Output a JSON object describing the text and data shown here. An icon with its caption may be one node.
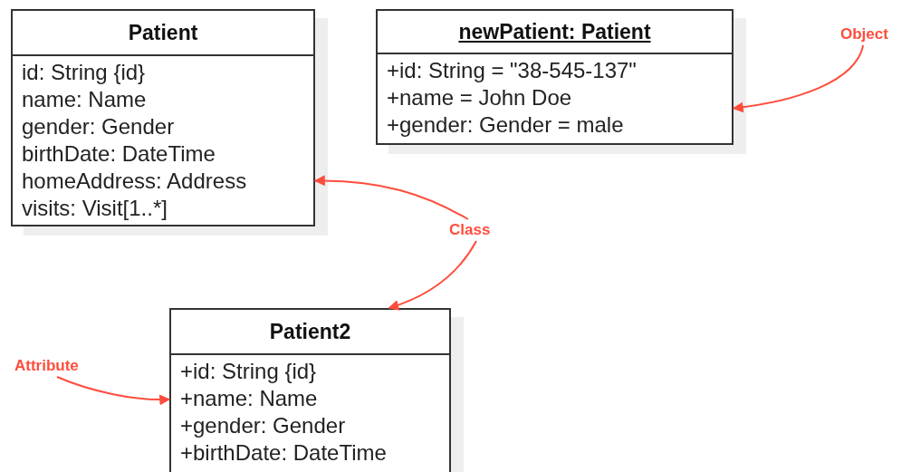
{
  "diagram": {
    "nodes": [
      {
        "text": [
          "Patient",
          "id: String {id}",
          "name: Name",
          "gender: Gender",
          "birthDate: DateTime",
          "homeAddress: Address",
          "visits: Visit[1..*]"
        ]
      },
      {
        "text": [
          "newPatient: Patient",
          "+id: String = \"38-545-137\"",
          "+name = John Doe",
          "+gender: Gender = male"
        ]
      },
      {
        "text": [
          "Patient2",
          "+id: String {id}",
          "+name: Name",
          "+gender: Gender",
          "+birthDate: DateTime"
        ]
      },
      {
        "text": [
          "Object"
        ]
      },
      {
        "text": [
          "Class"
        ]
      },
      {
        "text": [
          "Attribute"
        ]
      }
    ],
    "edges": [
      {
        "from": 3,
        "to": 1,
        "arrow": "to"
      },
      {
        "from": 4,
        "to": 0,
        "arrow": "to"
      },
      {
        "from": 4,
        "to": 2,
        "arrow": "to"
      },
      {
        "from": 5,
        "to": 2,
        "arrow": "to"
      }
    ]
  }
}
